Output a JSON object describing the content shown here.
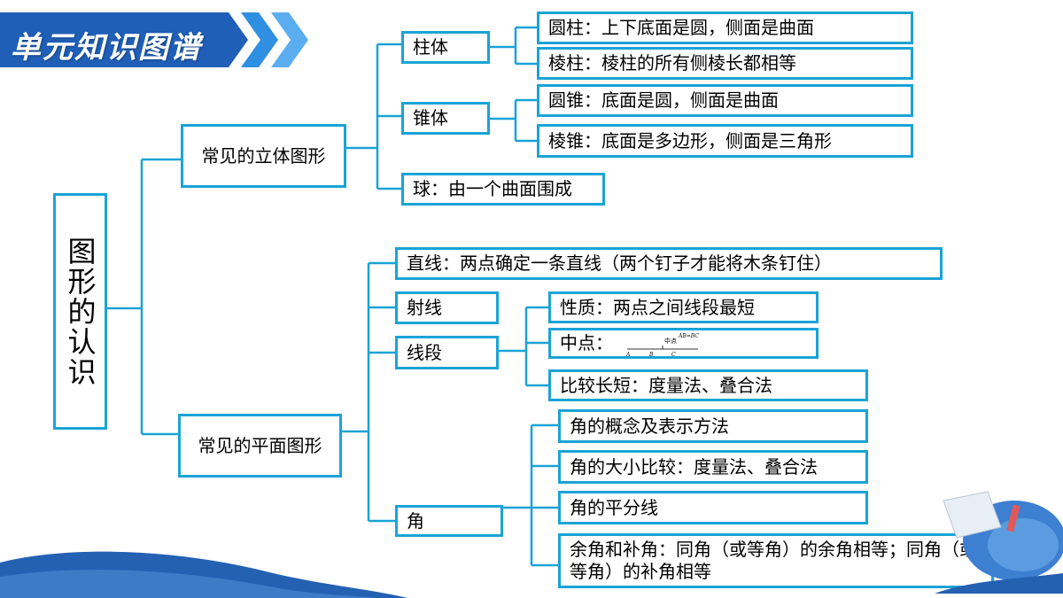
{
  "header": {
    "title": "单元知识图谱"
  },
  "root": {
    "label": "图形的认识"
  },
  "solid": {
    "label": "常见的立体图形",
    "zhuti": {
      "label": "柱体",
      "yuanzhu": "圆柱：上下底面是圆，侧面是曲面",
      "lengzhu": "棱柱：棱柱的所有侧棱长都相等"
    },
    "zhuiti": {
      "label": "锥体",
      "yuanzhui": "圆锥：底面是圆，侧面是曲面",
      "lengzhui": "棱锥：底面是多边形，侧面是三角形"
    },
    "qiu": "球：由一个曲面围成"
  },
  "plane": {
    "label": "常见的平面图形",
    "zhixian": "直线：两点确定一条直线（两个钉子才能将木条钉住）",
    "shexian": "射线",
    "xianduan": {
      "label": "线段",
      "xingzhi": "性质：两点之间线段最短",
      "zhongdian": "中点：",
      "bijiao": "比较长短：度量法、叠合法",
      "figure": {
        "title": "中点",
        "formula": "AB=BC",
        "pA": "A",
        "pB": "B",
        "pC": "C"
      }
    },
    "jiao": {
      "label": "角",
      "gainian": "角的概念及表示方法",
      "daxiao": "角的大小比较：度量法、叠合法",
      "pingfen": "角的平分线",
      "yubu": "余角和补角：同角（或等角）的余角相等；同角（或等角）的补角相等"
    }
  },
  "colors": {
    "accent": "#1aa3d6",
    "banner": "#1f5fb8",
    "wave": "#2461b3"
  }
}
